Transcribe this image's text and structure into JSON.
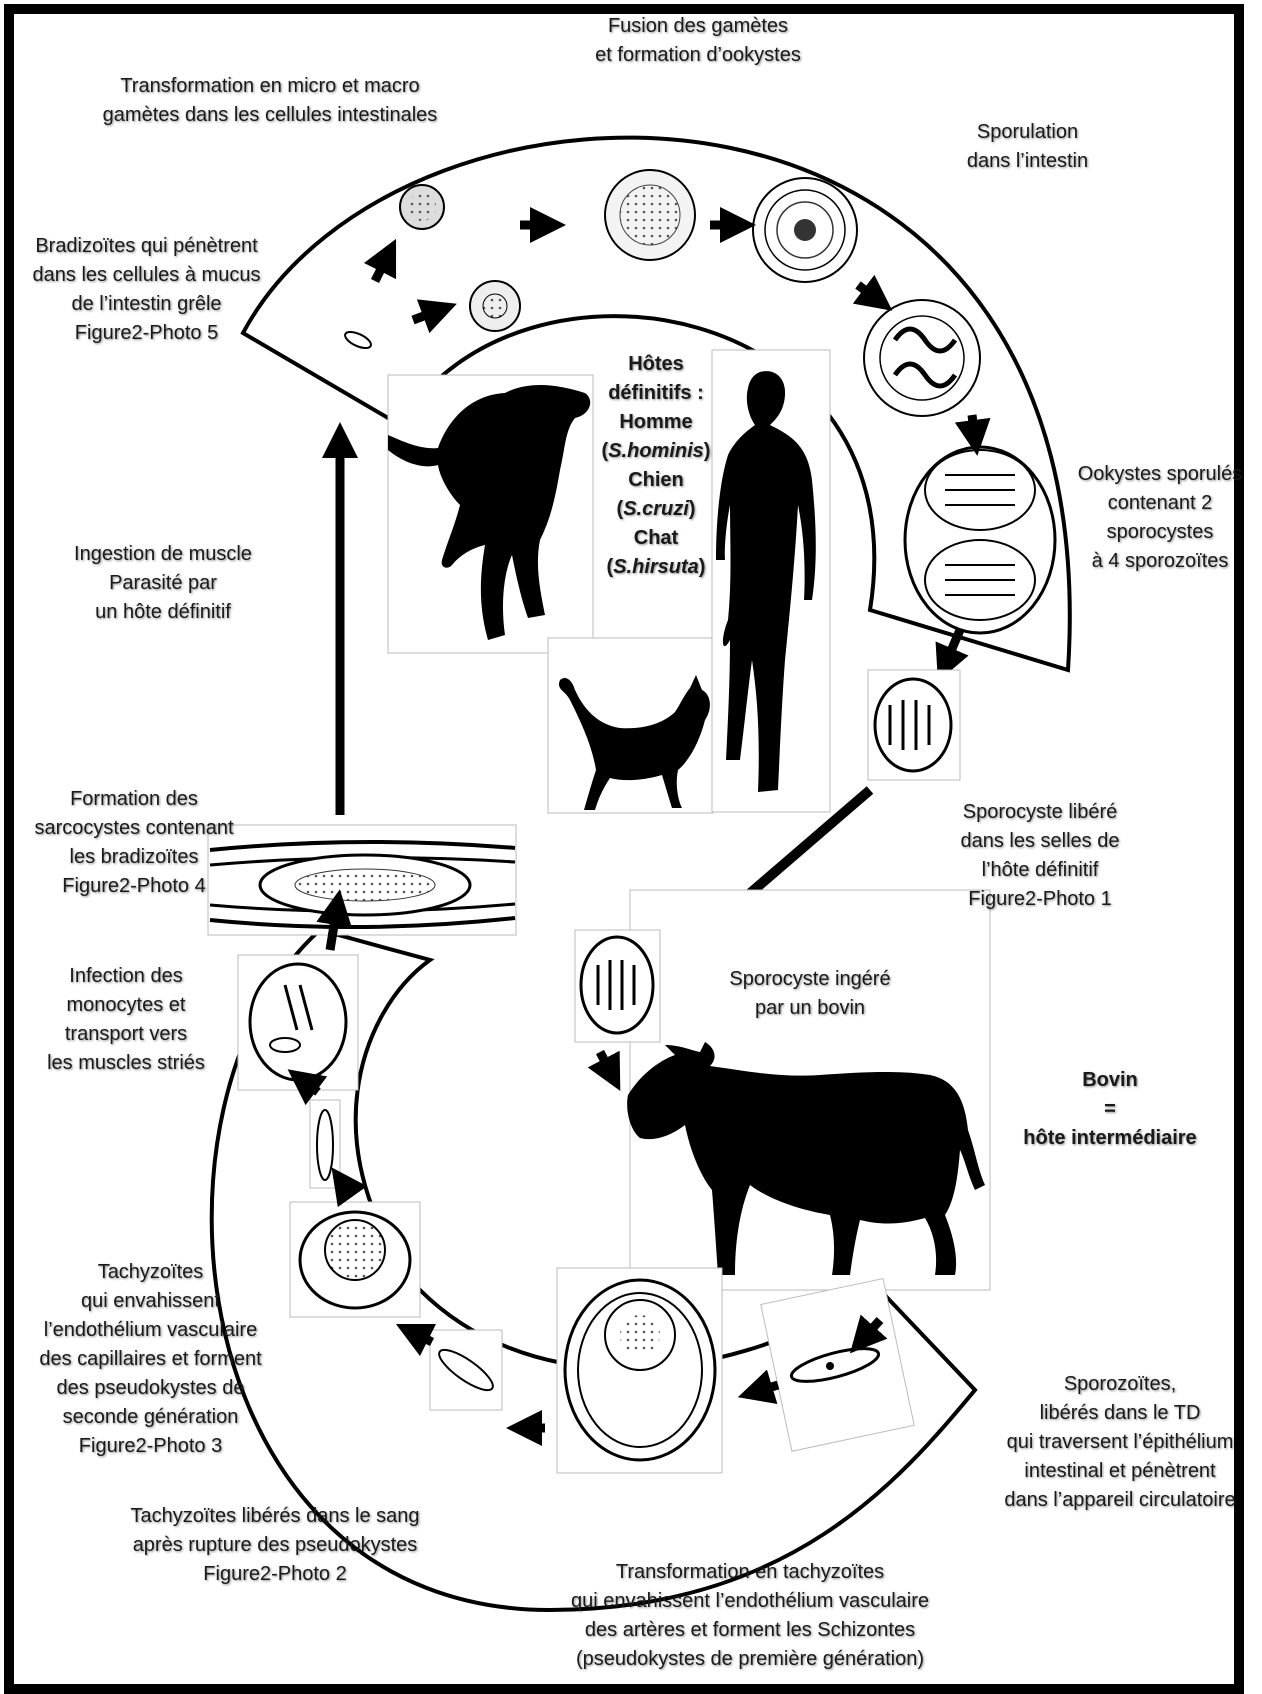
{
  "labels": {
    "fusion": [
      "Fusion des gamètes",
      "et formation d’ookystes"
    ],
    "transformation_gametes": [
      "Transformation en micro et macro",
      "gamètes dans les cellules intestinales"
    ],
    "sporulation": [
      "Sporulation",
      "dans l’intestin"
    ],
    "bradizoites_penetrent": [
      "Bradizoïtes qui pénètrent",
      "dans les cellules à mucus",
      "de l’intestin grêle",
      "Figure2-Photo 5"
    ],
    "ookystes_sporules": [
      "Ookystes sporulés",
      "contenant 2",
      "sporocystes",
      "à 4 sporozoïtes"
    ],
    "ingestion": [
      "Ingestion de muscle",
      "Parasité par",
      "un hôte définitif"
    ],
    "formation_sarcocystes": [
      "Formation des",
      "sarcocystes contenant",
      "les bradizoïtes",
      "Figure2-Photo 4"
    ],
    "sporocyste_libere": [
      "Sporocyste libéré",
      "dans les selles de",
      "l’hôte définitif",
      "Figure2-Photo 1"
    ],
    "sporocyste_ingere": [
      "Sporocyste ingéré",
      "par un bovin"
    ],
    "infection_monocytes": [
      "Infection des",
      "monocytes et",
      "transport vers",
      "les muscles striés"
    ],
    "tachyzoites_envahissent": [
      "Tachyzoïtes",
      "qui envahissent",
      "l’endothélium vasculaire",
      "des capillaires et forment",
      "des pseudokystes de",
      "seconde génération",
      "Figure2-Photo 3"
    ],
    "tachyzoites_liberes": [
      "Tachyzoïtes libérés dans le sang",
      "après rupture des pseudokystes",
      "Figure2-Photo 2"
    ],
    "sporozoites": [
      "Sporozoïtes,",
      "libérés dans le TD",
      "qui traversent l’épithélium",
      "intestinal et pénètrent",
      "dans l’appareil circulatoire"
    ],
    "transformation_tachyzoites": [
      "Transformation en tachyzoïtes",
      "qui envahissent l’endothélium vasculaire",
      "des artères et forment les Schizontes",
      "(pseudokystes de première génération)"
    ]
  },
  "hosts": {
    "title1": "Hôtes",
    "title2": "définitifs :",
    "homme": "Homme",
    "homme_species": "S.hominis",
    "chien": "Chien",
    "chien_species": "S.cruzi",
    "chat": "Chat",
    "chat_species": "S.hirsuta"
  },
  "bovin": {
    "name": "Bovin",
    "equals": "=",
    "role": "hôte intermédiaire"
  },
  "icons": {
    "dog": "dog-silhouette-icon",
    "cat": "cat-silhouette-icon",
    "man": "man-silhouette-icon",
    "cow": "cow-silhouette-icon"
  }
}
